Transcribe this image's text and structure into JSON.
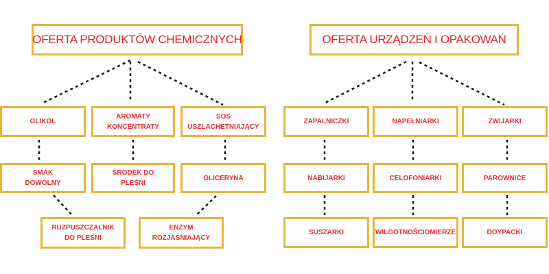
{
  "colors": {
    "box_border_gold": "#e7b53a",
    "box_background": "#fffefd",
    "text_red": "#e02e35",
    "connector_black": "#141414",
    "page_background": "#ffffff"
  },
  "diagrams": [
    {
      "title": "OFERTA PRODUKTÓW CHEMICZNYCH",
      "level1": [
        "GLIKOL",
        "AROMATY\nKONCENTRATY",
        "SOS\nUSZLACHETNIAJĄCY"
      ],
      "level2": [
        "SMAK\nDOWOLNY",
        "ŚRODEK DO\nPLEŚNI",
        "GLICERYNA"
      ],
      "level3": [
        "RUZPUSZCZALNIK\nDO PLEŚNI",
        "ENZYM\nROZJAŚNIAJĄCY"
      ]
    },
    {
      "title": "OFERTA URZĄDZEŃ I OPAKOWAŃ",
      "level1": [
        "ZAPALNICZKI",
        "NAPEŁNIARKI",
        "ZWIJARKI"
      ],
      "level2": [
        "NABIJARKI",
        "CELOFONIARKI",
        "PAROWNICE"
      ],
      "level3": [
        "SUSZARKI",
        "WILGOTNOŚCIOMIERZE",
        "DOYPACKI"
      ]
    }
  ]
}
